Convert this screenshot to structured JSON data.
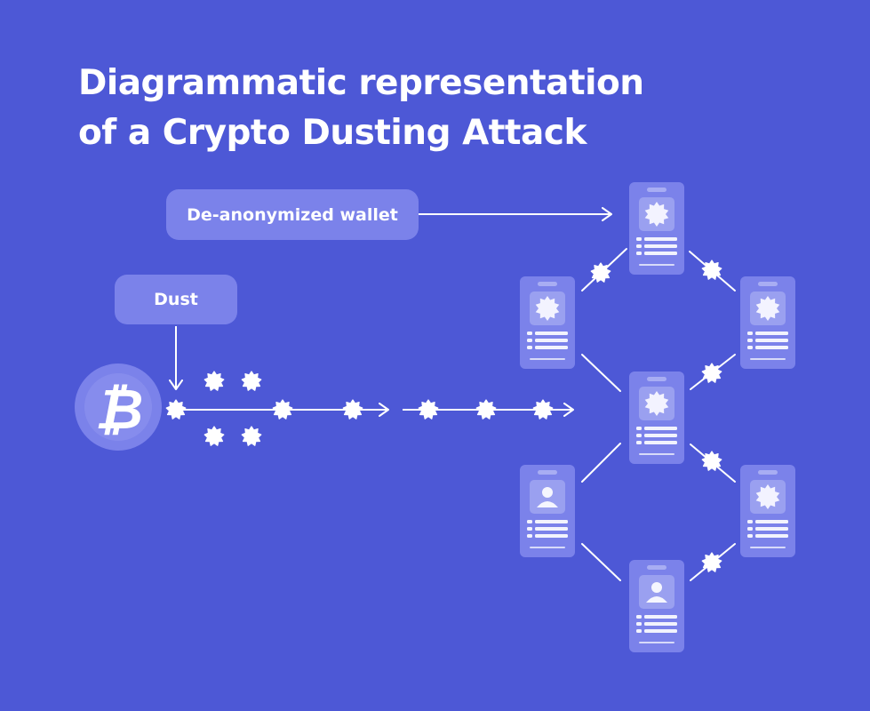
{
  "title": {
    "line1": "Diagrammatic representation",
    "line2": "of a Crypto Dusting Attack"
  },
  "labels": {
    "wallet": "De-anonymized wallet",
    "dust": "Dust"
  },
  "icons": {
    "coin": "bitcoin-icon",
    "dust_particle": "starburst-icon",
    "wallet_phone": "phone-wallet-icon",
    "wallet_badge": "starburst-badge-icon",
    "wallet_user": "user-avatar-icon"
  },
  "colors": {
    "background": "#4d58d6",
    "card": "#7b82ea",
    "card_inner": "#9aa0f0",
    "line": "#ffffff"
  }
}
